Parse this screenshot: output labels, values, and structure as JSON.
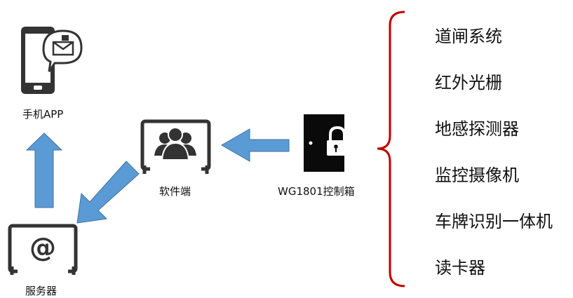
{
  "nodes": {
    "phone": {
      "label": "手机APP"
    },
    "software": {
      "label": "软件端"
    },
    "server": {
      "label": "服务器"
    },
    "controller": {
      "label": "WG1801控制箱"
    }
  },
  "systems": [
    "道闸系统",
    "红外光栅",
    "地感探测器",
    "监控摄像机",
    "车牌识别一体机",
    "读卡器"
  ],
  "colors": {
    "arrow": "#5b9bd5",
    "brace": "#c00000",
    "device": "#1a1a1a"
  }
}
